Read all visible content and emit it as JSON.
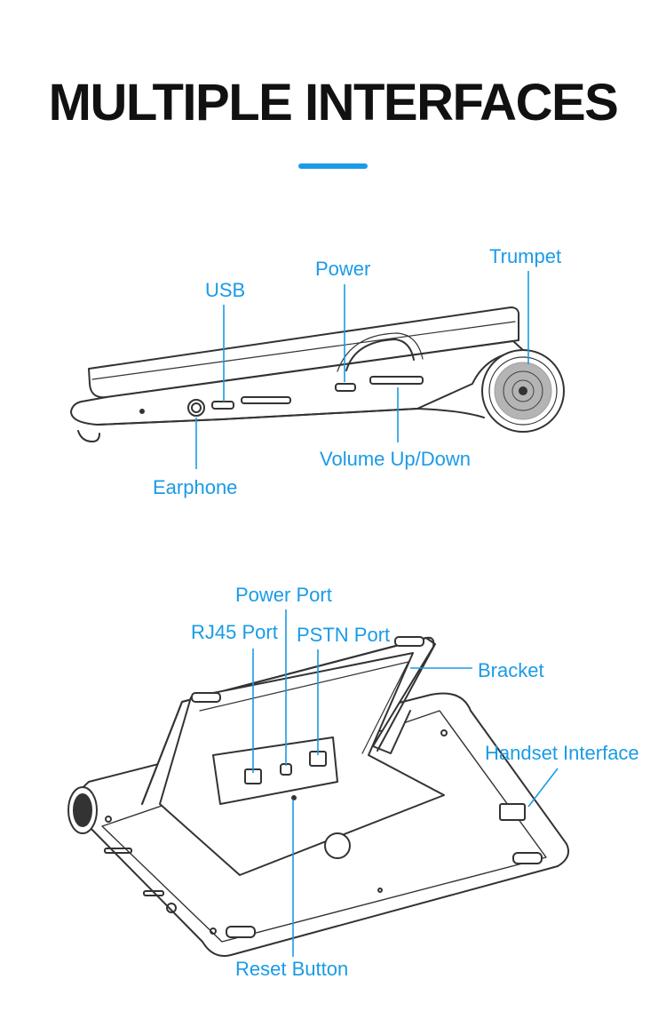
{
  "title": "MULTIPLE INTERFACES",
  "accent_color": "#1a9be6",
  "side_view": {
    "labels": {
      "usb": "USB",
      "power": "Power",
      "trumpet": "Trumpet",
      "volume": "Volume Up/Down",
      "earphone": "Earphone"
    }
  },
  "rear_view": {
    "labels": {
      "power_port": "Power Port",
      "rj45_port": "RJ45 Port",
      "pstn_port": "PSTN Port",
      "bracket": "Bracket",
      "handset_interface": "Handset Interface",
      "reset_button": "Reset Button"
    }
  }
}
